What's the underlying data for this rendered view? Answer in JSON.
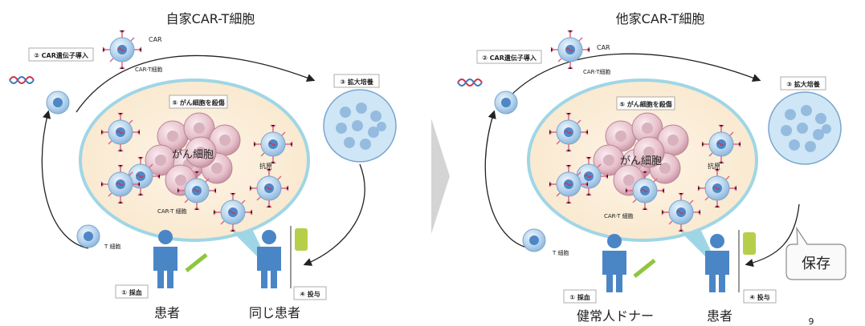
{
  "left_panel": {
    "title": "自家CAR-T細胞",
    "step1": "① 採血",
    "step2": "② CAR遺伝子導入",
    "step3": "③ 拡大培養",
    "step4": "④ 投与",
    "step5": "⑤ がん細胞を殺傷",
    "car": "CAR",
    "cart_cell": "CAR-T細胞",
    "t_cell": "T 細胞",
    "cancer": "がん細胞",
    "antigen": "抗原",
    "cart_inner": "CAR-T 細胞",
    "donor": "患者",
    "recipient": "同じ患者"
  },
  "right_panel": {
    "title": "他家CAR-T細胞",
    "step1": "① 採血",
    "step2": "② CAR遺伝子導入",
    "step3": "③ 拡大培養",
    "step4": "④ 投与",
    "step5": "⑤ がん細胞を殺傷",
    "car": "CAR",
    "cart_cell": "CAR-T細胞",
    "t_cell": "T 細胞",
    "cancer": "がん細胞",
    "antigen": "抗原",
    "cart_inner": "CAR-T 細胞",
    "donor": "健常人ドナー",
    "recipient": "患者",
    "storage": "保存"
  },
  "page_number": "9"
}
